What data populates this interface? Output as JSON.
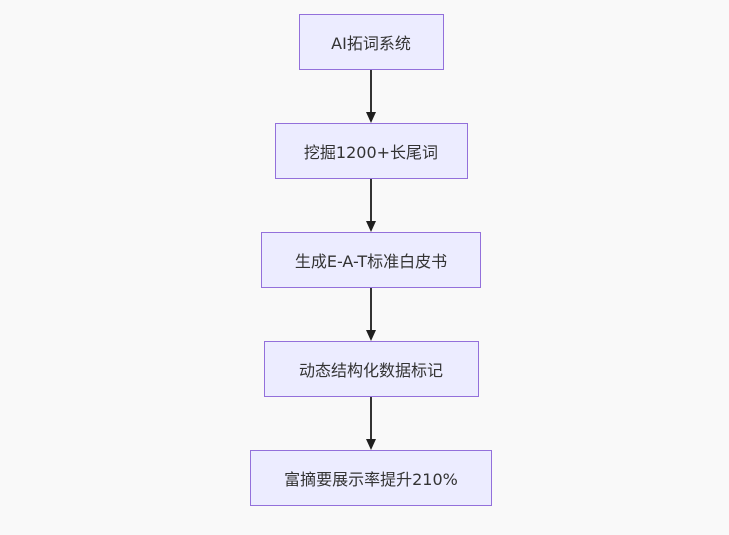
{
  "diagram": {
    "type": "flowchart-vertical",
    "colors": {
      "background": "#f9f9f9",
      "node_fill": "#ECECFF",
      "node_border": "#9370DB",
      "text_color": "#333333",
      "edge_color": "#333333",
      "arrowhead_color": "#1f1f1f"
    },
    "nodes": [
      {
        "label": "AI拓词系统"
      },
      {
        "label": "挖掘1200+长尾词"
      },
      {
        "label": "生成E-A-T标准白皮书"
      },
      {
        "label": "动态结构化数据标记"
      },
      {
        "label": "富摘要展示率提升210%"
      }
    ],
    "edges": [
      {
        "from": 0,
        "to": 1
      },
      {
        "from": 1,
        "to": 2
      },
      {
        "from": 2,
        "to": 3
      },
      {
        "from": 3,
        "to": 4
      }
    ]
  }
}
